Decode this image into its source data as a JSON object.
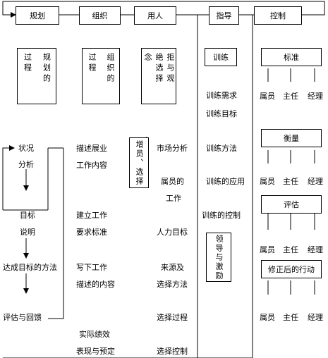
{
  "top": {
    "plan": "规划",
    "organize": "组织",
    "staff": "用人",
    "direct": "指导",
    "control": "控制"
  },
  "sub": {
    "plan_cols": [
      "规划的",
      "过程"
    ],
    "org_cols": [
      "组织的",
      "过程"
    ],
    "staff_cols": [
      "拒与观",
      "绝选择",
      "念"
    ]
  },
  "direct_col": {
    "train_box": "训练",
    "items": [
      "训练需求",
      "训练目标",
      "训练方法",
      "训练的应用",
      "训练的控制"
    ],
    "lead_box": "领导与激励"
  },
  "control_col": {
    "boxes": [
      "标准",
      "衡量",
      "评估",
      "修正后的行动"
    ],
    "roles": [
      "属员",
      "主任",
      "经理"
    ]
  },
  "plan_col": {
    "items": [
      "状况",
      "分析",
      "目标",
      "说明",
      "达成目标的方法",
      "评估与回馈"
    ]
  },
  "org_col": {
    "items": [
      "描述展业",
      "工作内容",
      "建立工作",
      "要求标准",
      "写下工作",
      "描述的内容",
      "实际绩效",
      "表现与预定"
    ]
  },
  "staff_col": {
    "box": "增员、选择",
    "items": [
      "市场分析",
      "属员的",
      "工作",
      "人力目标",
      "来源及",
      "选择方法",
      "选择过程",
      "选择控制"
    ]
  }
}
